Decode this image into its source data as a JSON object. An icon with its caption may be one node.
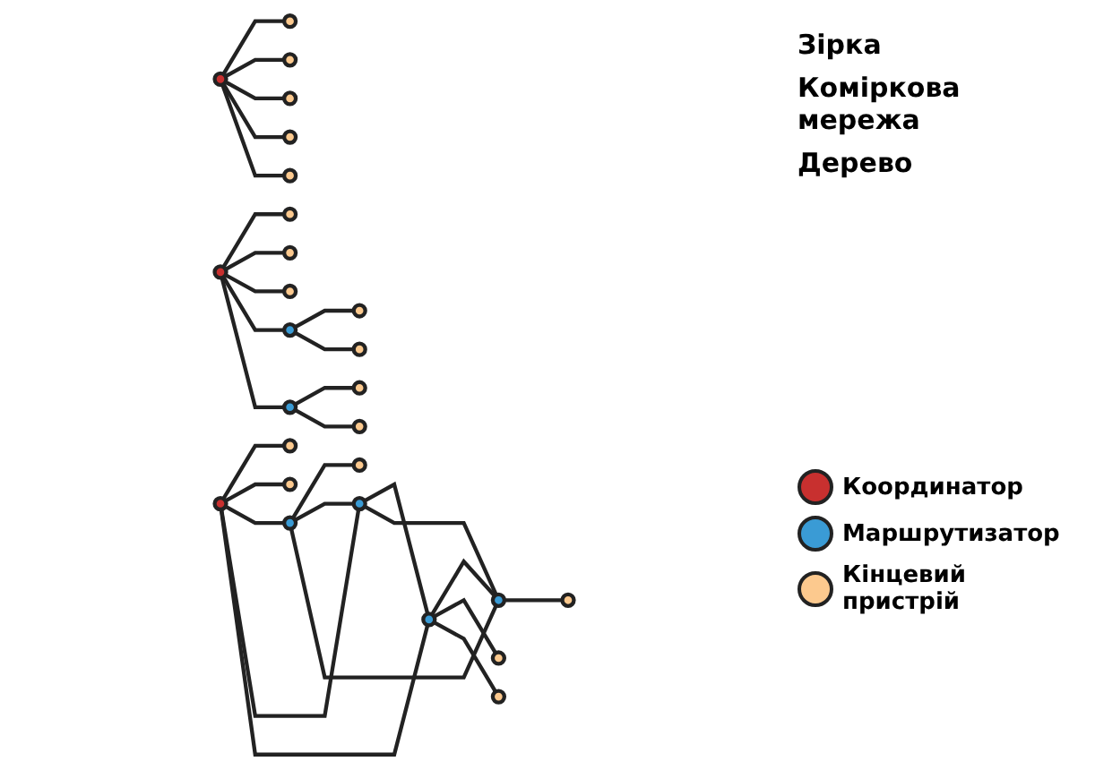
{
  "diagram": {
    "nodes": [
      {
        "text": [],
        "shape": "circle"
      },
      {
        "text": [],
        "shape": "circle"
      },
      {
        "text": [],
        "shape": "circle"
      },
      {
        "text": [],
        "shape": "circle"
      },
      {
        "text": [],
        "shape": "circle"
      },
      {
        "text": [],
        "shape": "circle"
      },
      {
        "text": [],
        "shape": "circle"
      },
      {
        "text": [],
        "shape": "circle"
      },
      {
        "text": [],
        "shape": "circle"
      },
      {
        "text": [],
        "shape": "circle"
      },
      {
        "text": [],
        "shape": "circle"
      },
      {
        "text": [],
        "shape": "circle"
      },
      {
        "text": [],
        "shape": "circle"
      },
      {
        "text": [],
        "shape": "circle"
      },
      {
        "text": [],
        "shape": "circle"
      },
      {
        "text": [],
        "shape": "circle"
      },
      {
        "text": [],
        "shape": "circle"
      },
      {
        "text": [],
        "shape": "circle"
      },
      {
        "text": [],
        "shape": "circle"
      },
      {
        "text": [],
        "shape": "circle"
      },
      {
        "text": [],
        "shape": "circle"
      },
      {
        "text": [],
        "shape": "circle"
      },
      {
        "text": [],
        "shape": "circle"
      },
      {
        "text": [],
        "shape": "circle"
      },
      {
        "text": [],
        "shape": "circle"
      },
      {
        "text": [],
        "shape": "circle"
      },
      {
        "text": [],
        "shape": "circle"
      }
    ],
    "edges": [
      {
        "from": 2,
        "to": 0,
        "arrow": "none"
      },
      {
        "from": 2,
        "to": 1,
        "arrow": "none"
      },
      {
        "from": 2,
        "to": 3,
        "arrow": "none"
      },
      {
        "from": 2,
        "to": 4,
        "arrow": "none"
      },
      {
        "from": 2,
        "to": 5,
        "arrow": "none"
      },
      {
        "from": 9,
        "to": 6,
        "arrow": "none"
      },
      {
        "from": 9,
        "to": 8,
        "arrow": "none"
      },
      {
        "from": 9,
        "to": 10,
        "arrow": "none"
      },
      {
        "from": 9,
        "to": 11,
        "arrow": "none"
      },
      {
        "from": 9,
        "to": 12,
        "arrow": "none"
      },
      {
        "from": 10,
        "to": 7,
        "arrow": "none"
      },
      {
        "from": 10,
        "to": 11,
        "arrow": "none"
      },
      {
        "from": 10,
        "to": 14,
        "arrow": "none"
      },
      {
        "from": 11,
        "to": 12,
        "arrow": "none"
      },
      {
        "from": 11,
        "to": 14,
        "arrow": "none"
      },
      {
        "from": 12,
        "to": 14,
        "arrow": "none"
      },
      {
        "from": 12,
        "to": 13,
        "arrow": "none"
      },
      {
        "from": 12,
        "to": 16,
        "arrow": "none"
      },
      {
        "from": 14,
        "to": 15,
        "arrow": "none"
      },
      {
        "from": 20,
        "to": 17,
        "arrow": "none"
      },
      {
        "from": 20,
        "to": 18,
        "arrow": "none"
      },
      {
        "from": 20,
        "to": 19,
        "arrow": "none"
      },
      {
        "from": 20,
        "to": 22,
        "arrow": "none"
      },
      {
        "from": 20,
        "to": 24,
        "arrow": "none"
      },
      {
        "from": 22,
        "to": 21,
        "arrow": "none"
      },
      {
        "from": 22,
        "to": 23,
        "arrow": "none"
      },
      {
        "from": 24,
        "to": 25,
        "arrow": "none"
      },
      {
        "from": 24,
        "to": 26,
        "arrow": "none"
      }
    ],
    "labels": [
      "Зірка",
      "Коміркова мережа",
      "Дерево"
    ],
    "legend": [
      {
        "text": "Координатор",
        "color": "#c8302f"
      },
      {
        "text": "Маршрутизатор",
        "color": "#3a9bd5"
      },
      {
        "text": "Кінцевий пристрій",
        "color": "#fcc98e"
      }
    ]
  }
}
